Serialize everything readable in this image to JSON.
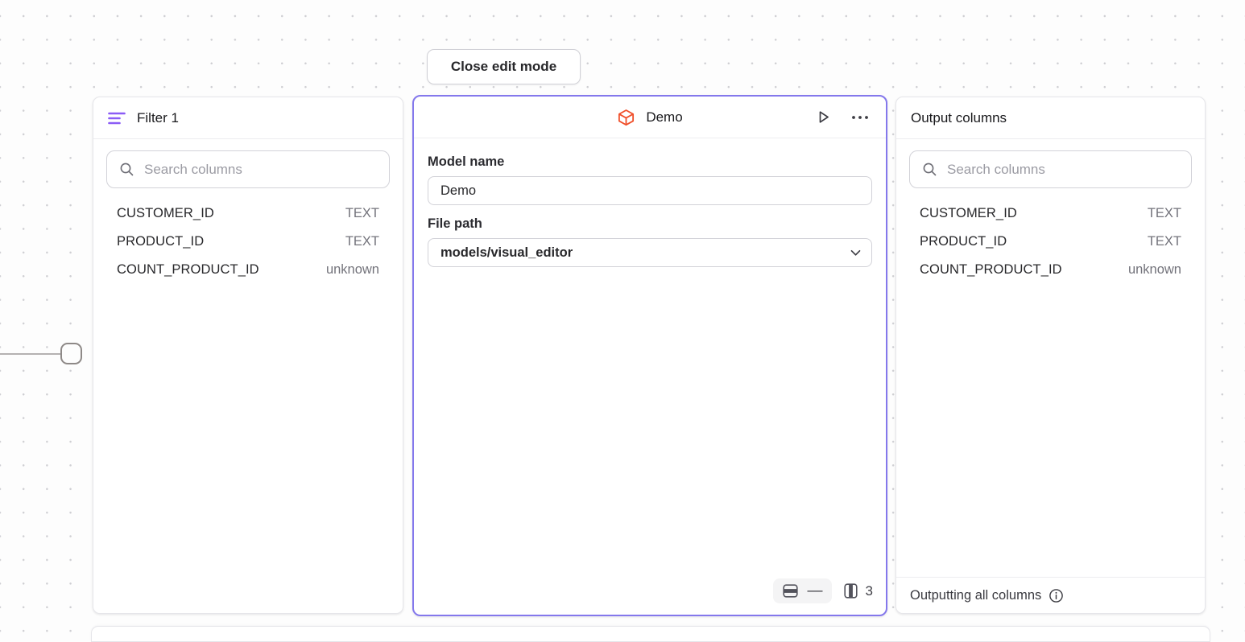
{
  "canvas": {
    "close_button_label": "Close edit mode"
  },
  "filter_panel": {
    "title": "Filter 1",
    "search_placeholder": "Search columns",
    "columns": [
      {
        "name": "CUSTOMER_ID",
        "type": "TEXT"
      },
      {
        "name": "PRODUCT_ID",
        "type": "TEXT"
      },
      {
        "name": "COUNT_PRODUCT_ID",
        "type": "unknown"
      }
    ]
  },
  "model_panel": {
    "title": "Demo",
    "model_name_label": "Model name",
    "model_name_value": "Demo",
    "file_path_label": "File path",
    "file_path_value": "models/visual_editor",
    "row_count": "—",
    "column_count": "3"
  },
  "output_panel": {
    "title": "Output columns",
    "search_placeholder": "Search columns",
    "columns": [
      {
        "name": "CUSTOMER_ID",
        "type": "TEXT"
      },
      {
        "name": "PRODUCT_ID",
        "type": "TEXT"
      },
      {
        "name": "COUNT_PRODUCT_ID",
        "type": "unknown"
      }
    ],
    "footer_text": "Outputting all columns"
  },
  "icons": {
    "filter": "filter-lines-icon",
    "model": "cube-icon",
    "run": "play-icon",
    "menu": "ellipsis-icon",
    "search": "search-icon",
    "dropdown": "chevron-down-icon",
    "rows": "table-rows-icon",
    "columns": "table-columns-icon",
    "info": "info-icon"
  },
  "colors": {
    "selected_node_border": "#8478ec",
    "filter_icon_purple": "#8b5cf6",
    "model_icon_orange": "#f0502b",
    "panel_background": "#ffffff",
    "canvas_dot": "#cfcfd3",
    "muted_text": "#73737b"
  }
}
